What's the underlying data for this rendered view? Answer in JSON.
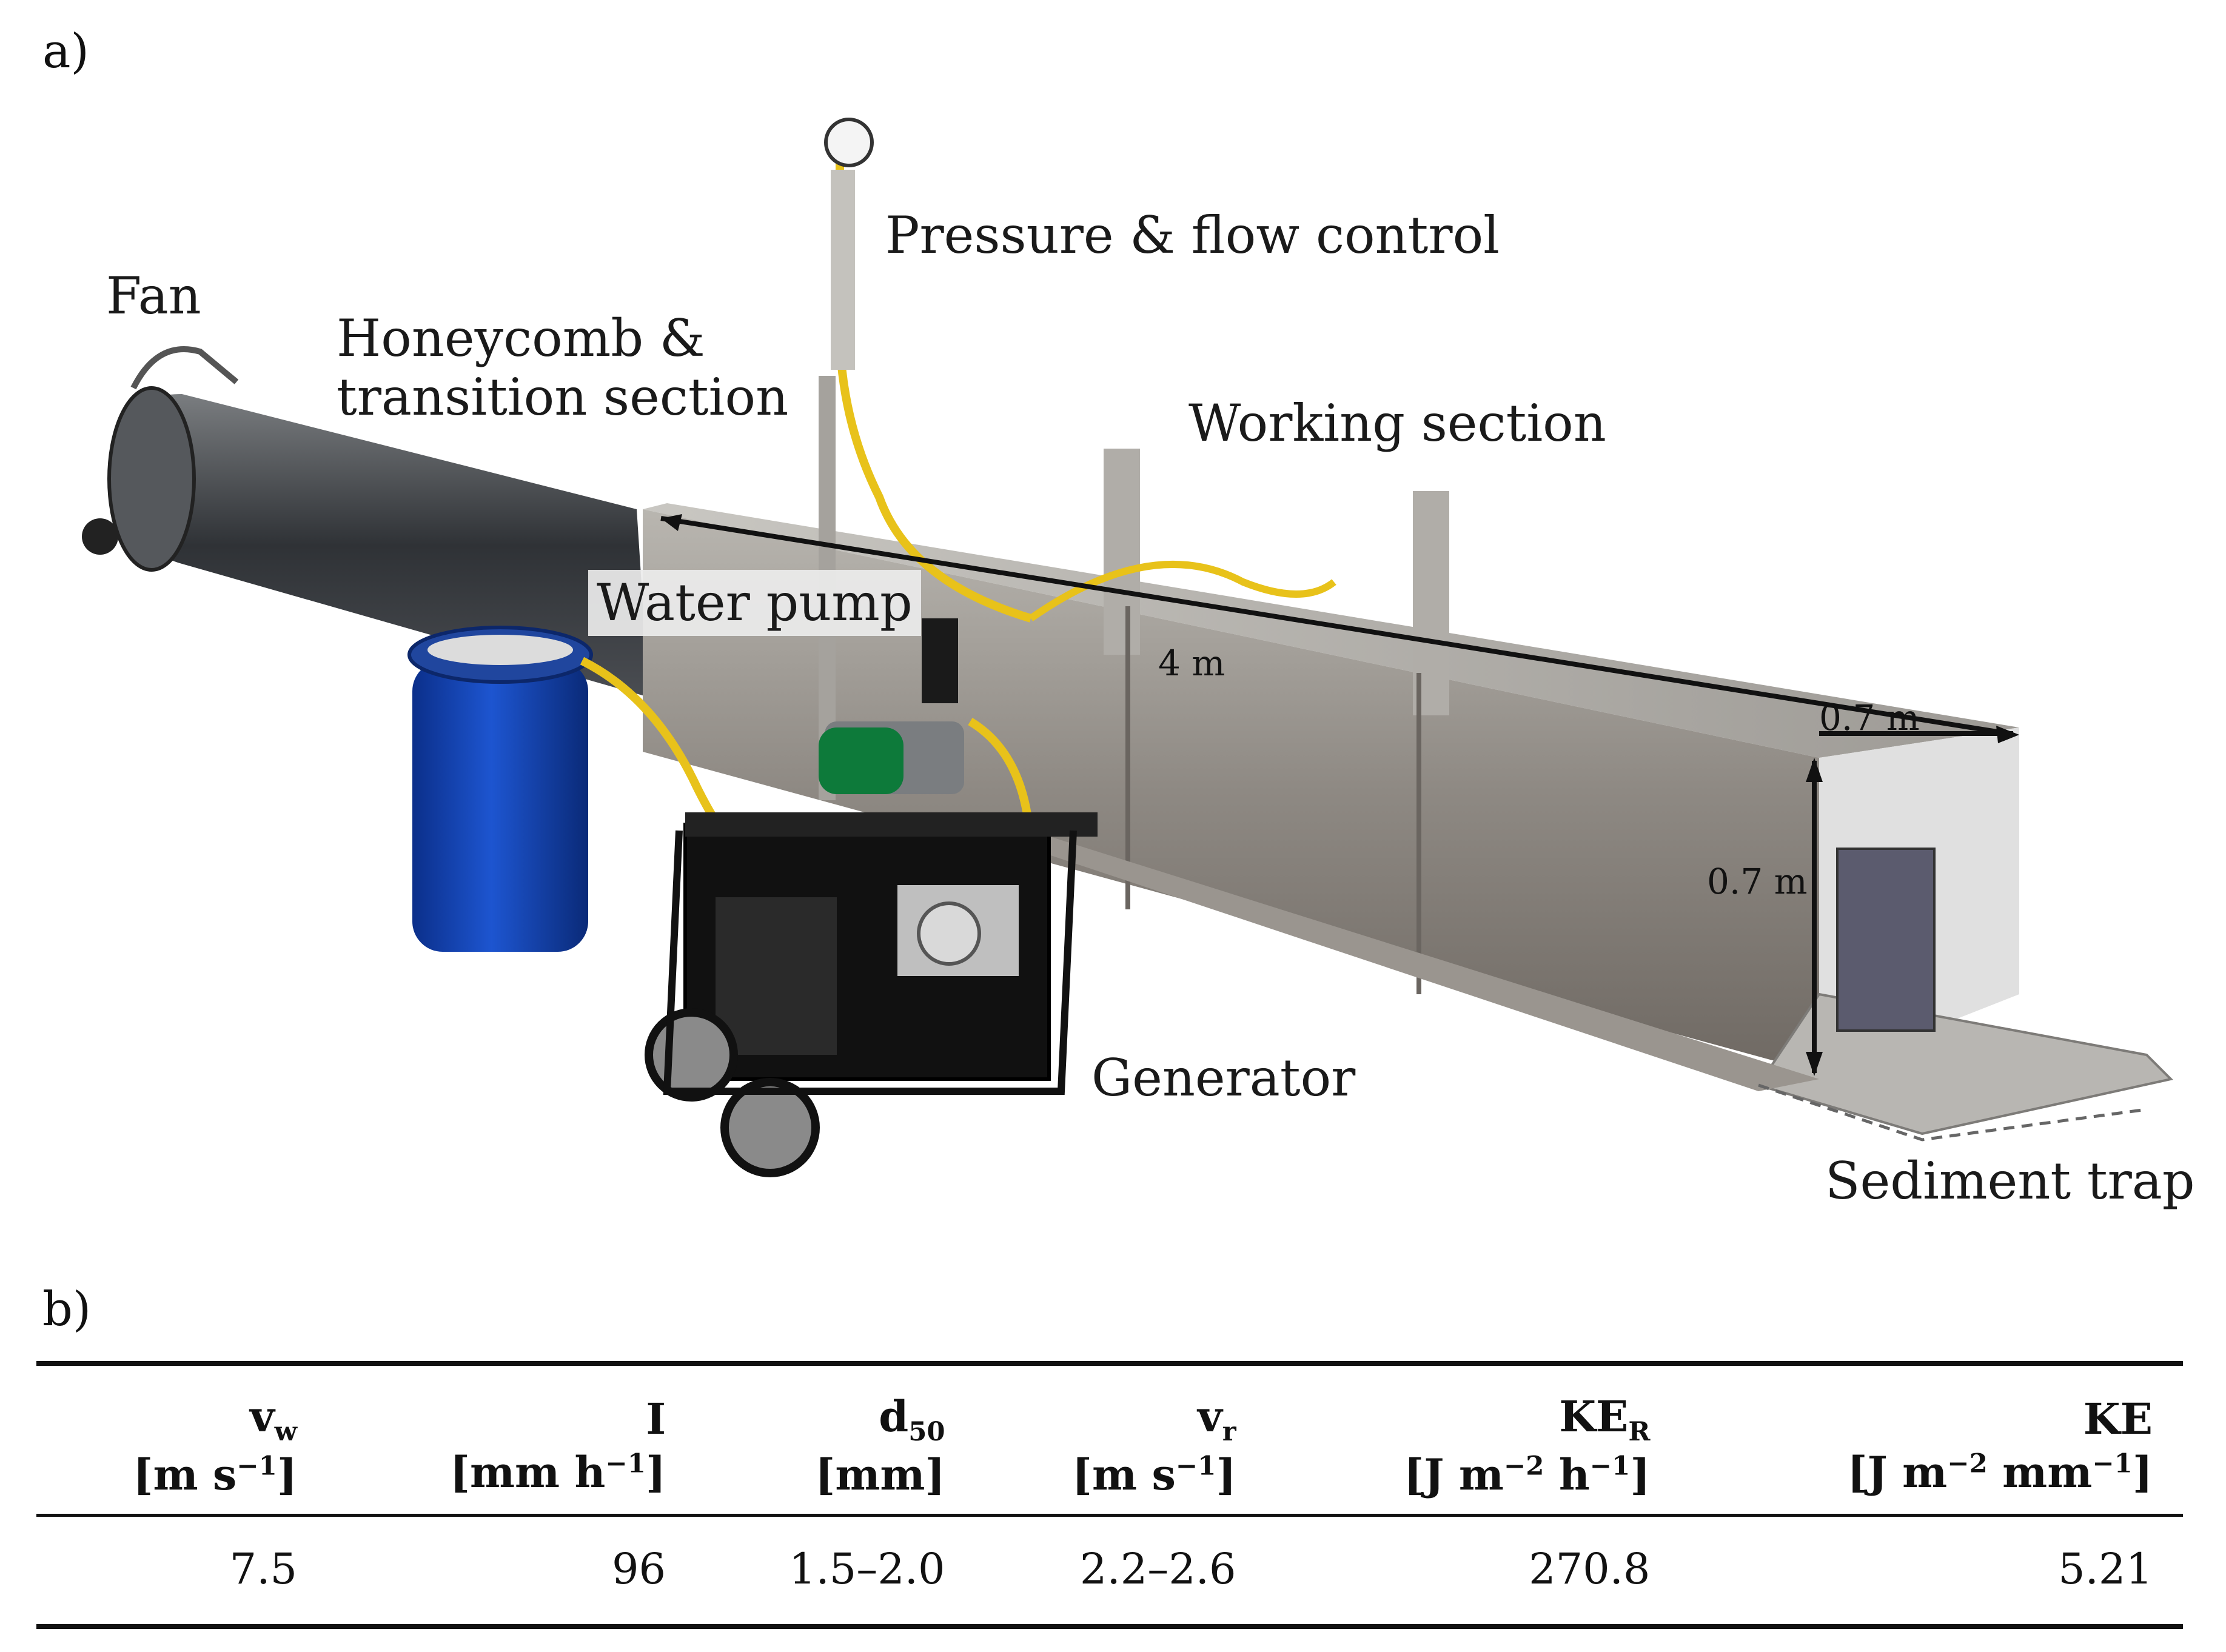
{
  "panel_a": {
    "letter": "a)"
  },
  "panel_b": {
    "letter": "b)"
  },
  "labels": {
    "fan": "Fan",
    "honeycomb": "Honeycomb &\ntransition section",
    "pressure": "Pressure & flow control",
    "working": "Working section",
    "water_pump": "Water pump",
    "generator": "Generator",
    "sediment_trap": "Sediment trap",
    "length_4m": "4 m",
    "width_07m": "0.7 m",
    "height_07m": "0.7 m"
  },
  "table": {
    "headers": [
      {
        "sym": "v",
        "sub": "w",
        "unit_pre": "[m s",
        "unit_sup": "−1",
        "unit_post": "]"
      },
      {
        "sym": "I",
        "sub": "",
        "unit_pre": "[mm h",
        "unit_sup": "−1",
        "unit_post": "]"
      },
      {
        "sym": "d",
        "sub": "50",
        "unit_pre": "[mm]",
        "unit_sup": "",
        "unit_post": ""
      },
      {
        "sym": "v",
        "sub": "r",
        "unit_pre": "[m s",
        "unit_sup": "−1",
        "unit_post": "]"
      },
      {
        "sym": "KE",
        "sub": "R",
        "unit_pre": "[J m",
        "unit_sup": "−2",
        "unit_mid": " h",
        "unit_sup2": "−1",
        "unit_post": "]"
      },
      {
        "sym": "KE",
        "sub": "",
        "unit_pre": "[J m",
        "unit_sup": "−2",
        "unit_mid": " mm",
        "unit_sup2": "−1",
        "unit_post": "]"
      }
    ],
    "row": [
      "7.5",
      "96",
      "1.5–2.0",
      "2.2–2.6",
      "270.8",
      "5.21"
    ]
  }
}
